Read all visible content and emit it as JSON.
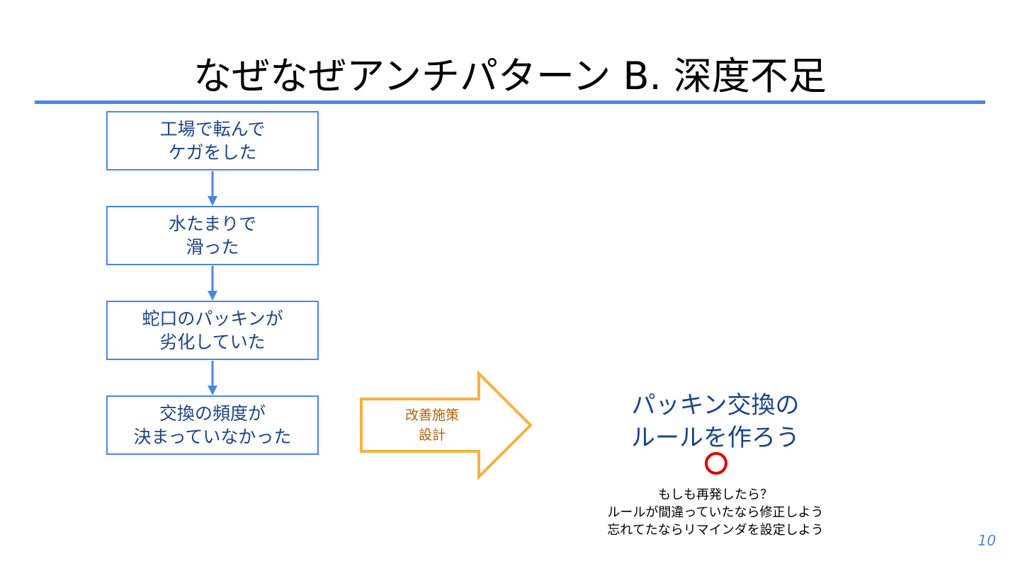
{
  "slide": {
    "title": "なぜなぜアンチパターン B. 深度不足",
    "page_number": "10"
  },
  "flow": {
    "steps": [
      {
        "label": "工場で転んで\nケガをした"
      },
      {
        "label": "水たまりで\n滑った"
      },
      {
        "label": "蛇口のパッキンが\n劣化していた"
      },
      {
        "label": "交換の頻度が\n決まっていなかった"
      }
    ]
  },
  "transition": {
    "label": "改善施策\n設計"
  },
  "result": {
    "countermeasure": "パッキン交換の\nルールを作ろう",
    "mark": "○",
    "followup": "もしも再発したら？\nルールが間違っていたなら修正しよう\n忘れてたならリマインダを設定しよう"
  },
  "colors": {
    "accent_blue": "#4a86e8",
    "text_blue": "#1c4587",
    "arrow_orange": "#f6b240",
    "arrow_text": "#b45f06",
    "mark_red": "#e00000"
  }
}
